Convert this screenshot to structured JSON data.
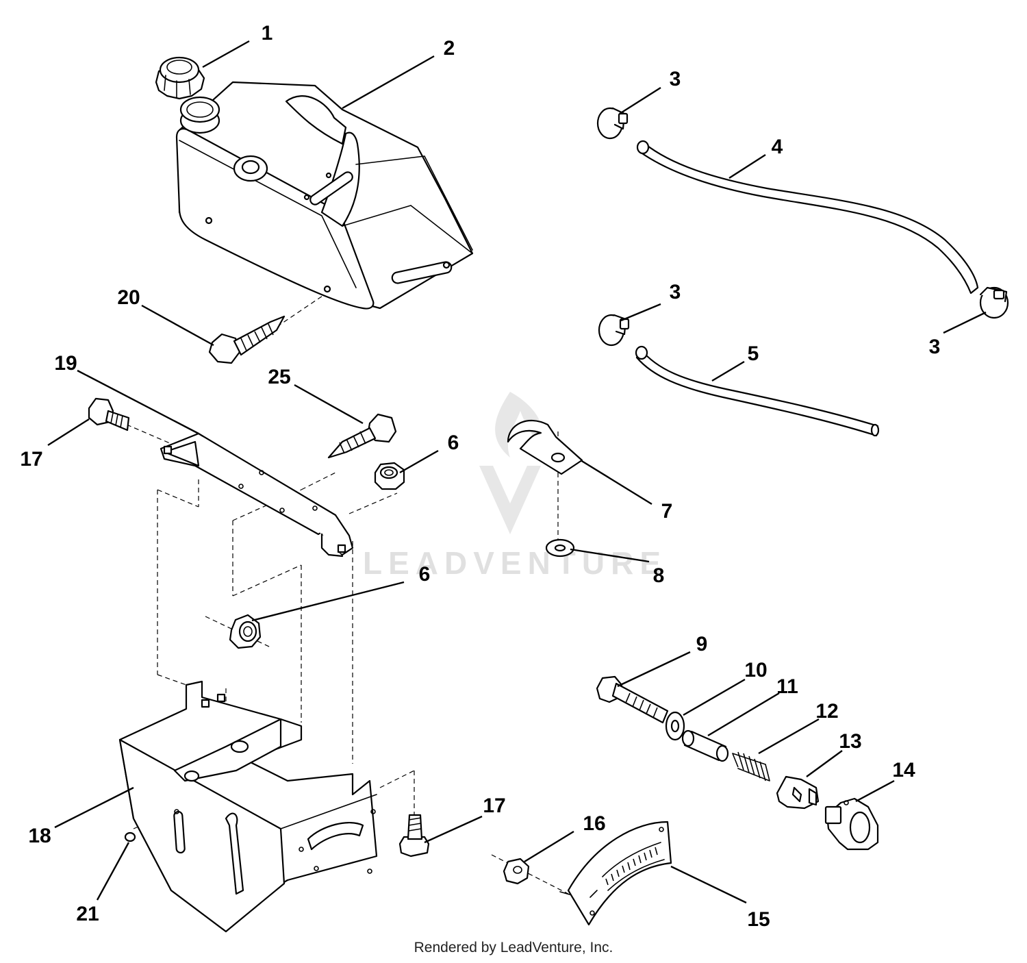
{
  "callouts": [
    {
      "id": "c1",
      "text": "1"
    },
    {
      "id": "c2",
      "text": "2"
    },
    {
      "id": "c3a",
      "text": "3"
    },
    {
      "id": "c3b",
      "text": "3"
    },
    {
      "id": "c3c",
      "text": "3"
    },
    {
      "id": "c4",
      "text": "4"
    },
    {
      "id": "c5",
      "text": "5"
    },
    {
      "id": "c6a",
      "text": "6"
    },
    {
      "id": "c6b",
      "text": "6"
    },
    {
      "id": "c7",
      "text": "7"
    },
    {
      "id": "c8",
      "text": "8"
    },
    {
      "id": "c9",
      "text": "9"
    },
    {
      "id": "c10",
      "text": "10"
    },
    {
      "id": "c11",
      "text": "11"
    },
    {
      "id": "c12",
      "text": "12"
    },
    {
      "id": "c13",
      "text": "13"
    },
    {
      "id": "c14",
      "text": "14"
    },
    {
      "id": "c15",
      "text": "15"
    },
    {
      "id": "c16",
      "text": "16"
    },
    {
      "id": "c17a",
      "text": "17"
    },
    {
      "id": "c17b",
      "text": "17"
    },
    {
      "id": "c18",
      "text": "18"
    },
    {
      "id": "c19",
      "text": "19"
    },
    {
      "id": "c20",
      "text": "20"
    },
    {
      "id": "c21",
      "text": "21"
    },
    {
      "id": "c25",
      "text": "25"
    }
  ],
  "watermark": "LEADVENTURE",
  "footer": "Rendered by LeadVenture, Inc."
}
